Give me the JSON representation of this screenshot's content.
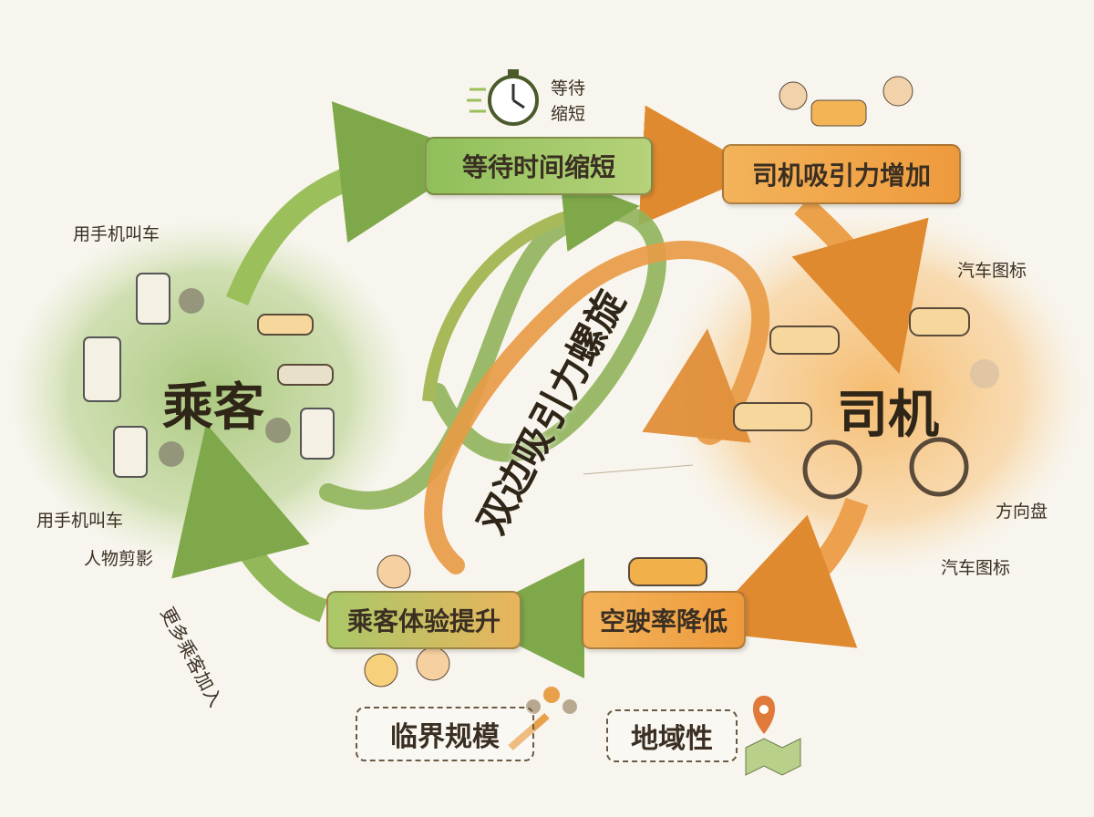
{
  "center_title": "双边吸引力螺旋",
  "passenger": {
    "label": "乘客",
    "annotations": [
      "用手机叫车",
      "用手机叫车",
      "人物剪影"
    ]
  },
  "driver": {
    "label": "司机",
    "annotations": [
      "汽车图标",
      "方向盘",
      "汽车图标"
    ]
  },
  "cycle": {
    "wait_short": "等待时间缩短",
    "driver_attract": "司机吸引力增加",
    "empty_rate": "空驶率降低",
    "experience": "乘客体验提升",
    "more_passengers": "更多乘客加入"
  },
  "stopwatch_caption": [
    "等待",
    "缩短"
  ],
  "footer": {
    "critical_mass": "临界规模",
    "locality": "地域性"
  },
  "colors": {
    "green": "#8fbf5a",
    "orange": "#ee9a3c",
    "background": "#f8f5ee"
  }
}
